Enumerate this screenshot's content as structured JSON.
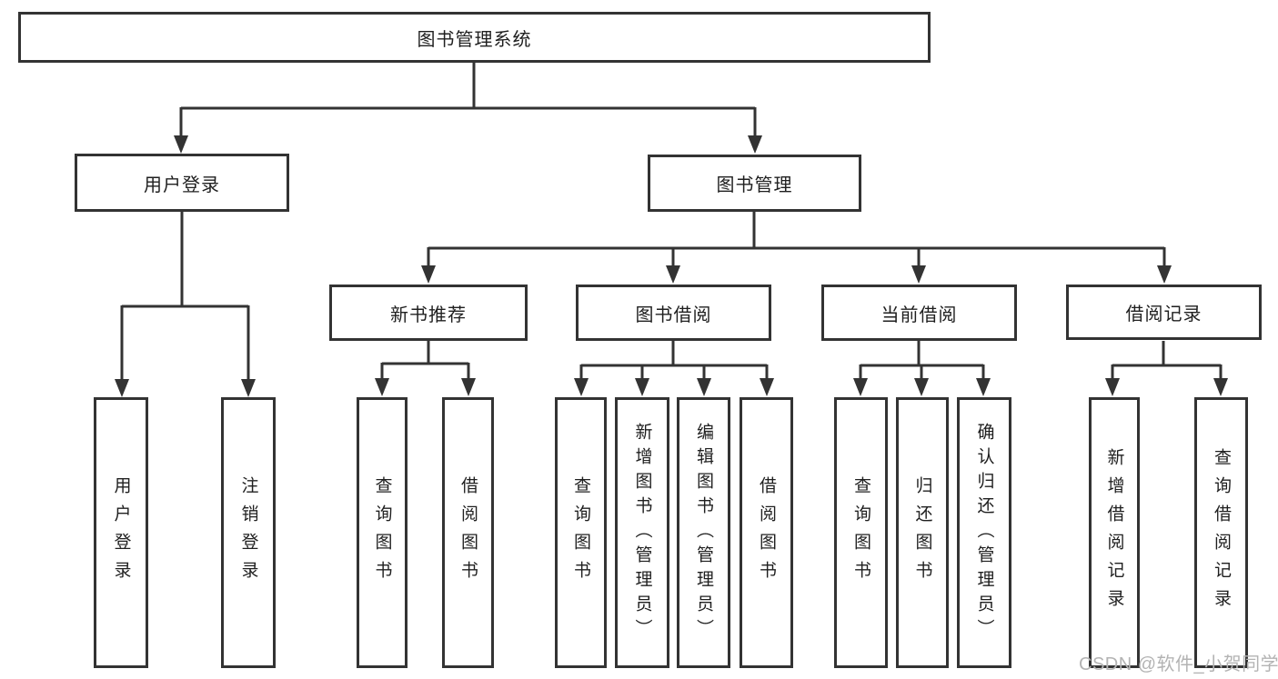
{
  "colors": {
    "background": "#ffffff",
    "line": "#333333",
    "text": "#1f1f1f",
    "watermark": "#b3b3b3"
  },
  "diagram": {
    "root": {
      "label": "图书管理系统"
    },
    "level2": [
      {
        "label": "用户登录",
        "children": [
          {
            "label": "用户登录"
          },
          {
            "label": "注销登录"
          }
        ]
      },
      {
        "label": "图书管理",
        "children": [
          {
            "label": "新书推荐",
            "children": [
              {
                "label": "查询图书"
              },
              {
                "label": "借阅图书"
              }
            ]
          },
          {
            "label": "图书借阅",
            "children": [
              {
                "label": "查询图书"
              },
              {
                "label": "新增图书（管理员）"
              },
              {
                "label": "编辑图书（管理员）"
              },
              {
                "label": "借阅图书"
              }
            ]
          },
          {
            "label": "当前借阅",
            "children": [
              {
                "label": "查询图书"
              },
              {
                "label": "归还图书"
              },
              {
                "label": "确认归还（管理员）"
              }
            ]
          },
          {
            "label": "借阅记录",
            "children": [
              {
                "label": "新增借阅记录"
              },
              {
                "label": "查询借阅记录"
              }
            ]
          }
        ]
      }
    ]
  },
  "watermark": {
    "text": "CSDN @软件_小贺同学"
  }
}
